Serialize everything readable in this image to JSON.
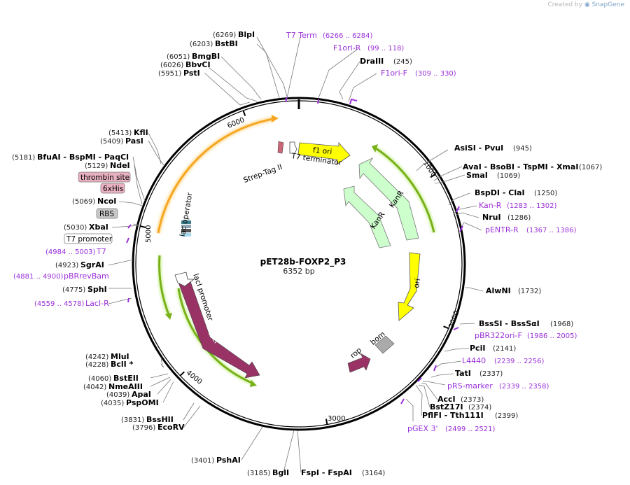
{
  "badge": {
    "created_by": "Created by",
    "brand": "SnapGene"
  },
  "plasmid": {
    "name": "pET28b-FOXP2_P3",
    "length": "6352 bp"
  },
  "ticks": [
    "1000",
    "2000",
    "3000",
    "4000",
    "5000",
    "6000"
  ],
  "features": {
    "f1_ori": "f1 ori",
    "kanr_outer": "KanR",
    "kanr_inner": "KanR",
    "ori": "ori",
    "rop": "rop",
    "bom": "bom",
    "laci": "lacI",
    "laci_promoter": "lacI promoter",
    "lac_operator": "lac operator",
    "strep_tag": "Strep-Tag II",
    "t7_terminator": "T7 terminator"
  },
  "boxed_features": [
    {
      "label": "thrombin site"
    },
    {
      "label": "6xHis"
    },
    {
      "label": "RBS"
    },
    {
      "label": "T7 promoter"
    }
  ],
  "enzymes_top_left": [
    {
      "pos": "(6269)",
      "name": "BlpI"
    },
    {
      "pos": "(6203)",
      "name": "BstBI"
    },
    {
      "pos": "(6051)",
      "name": "BmgBI"
    },
    {
      "pos": "(6026)",
      "name": "BbvCI"
    },
    {
      "pos": "(5951)",
      "name": "PstI"
    }
  ],
  "primers_top": [
    {
      "name": "T7 Term",
      "pos": "(6266 .. 6284)"
    },
    {
      "name": "F1ori-R",
      "pos": "(99 .. 118)"
    },
    {
      "name": "F1ori-F",
      "pos": "(309 .. 330)"
    }
  ],
  "draiii": {
    "name": "DraIII",
    "pos": "(245)"
  },
  "left_labels": [
    {
      "pos": "(5413)",
      "name": "KflI"
    },
    {
      "pos": "(5409)",
      "name": "PasI"
    },
    {
      "pos": "(5181)",
      "name": "BfuAI - BspMI - PaqCI"
    },
    {
      "pos": "(5129)",
      "name": "NdeI"
    },
    {
      "pos": "(5069)",
      "name": "NcoI"
    },
    {
      "pos": "(5030)",
      "name": "XbaI"
    },
    {
      "pos": "(4984 .. 5003)",
      "name": "T7"
    },
    {
      "pos": "(4923)",
      "name": "SgrAI"
    },
    {
      "pos": "(4881 .. 4900)",
      "name": "pBRrevBam"
    },
    {
      "pos": "(4775)",
      "name": "SphI"
    },
    {
      "pos": "(4559 .. 4578)",
      "name": "LacI-R"
    }
  ],
  "bottom_left": [
    {
      "pos": "(4242)",
      "name": "MluI"
    },
    {
      "pos": "(4228)",
      "name": "BclI *"
    },
    {
      "pos": "(4060)",
      "name": "BstEII"
    },
    {
      "pos": "(4042)",
      "name": "NmeAIII"
    },
    {
      "pos": "(4039)",
      "name": "ApaI"
    },
    {
      "pos": "(4035)",
      "name": "PspOMI"
    },
    {
      "pos": "(3831)",
      "name": "BssHII"
    },
    {
      "pos": "(3796)",
      "name": "EcoRV"
    },
    {
      "pos": "(3401)",
      "name": "PshAI"
    },
    {
      "pos": "(3185)",
      "name": "BglI"
    }
  ],
  "bottom_center": {
    "names": "FspI - FspAI",
    "pos": "(3164)"
  },
  "right_labels": [
    {
      "name": "AsiSI - PvuI",
      "pos": "(945)"
    },
    {
      "name": "AvaI - BsoBI - TspMI - XmaI",
      "pos": "(1067)"
    },
    {
      "name": "SmaI",
      "pos": "(1069)"
    },
    {
      "name": "BspDI - ClaI",
      "pos": "(1250)"
    },
    {
      "name": "Kan-R",
      "pos": "(1283 .. 1302)"
    },
    {
      "name": "NruI",
      "pos": "(1286)"
    },
    {
      "name": "pENTR-R",
      "pos": "(1367 .. 1386)"
    },
    {
      "name": "AlwNI",
      "pos": "(1732)"
    },
    {
      "name": "BssSI - BssSαI",
      "pos": "(1968)"
    },
    {
      "name": "pBR322ori-F",
      "pos": "(1986 .. 2005)"
    },
    {
      "name": "PciI",
      "pos": "(2141)"
    },
    {
      "name": "L4440",
      "pos": "(2239 .. 2256)"
    },
    {
      "name": "TatI",
      "pos": "(2337)"
    },
    {
      "name": "pRS-marker",
      "pos": "(2339 .. 2358)"
    },
    {
      "name": "AccI",
      "pos": "(2373)"
    },
    {
      "name": "BstZ17I",
      "pos": "(2374)"
    },
    {
      "name": "PflFI - Tth111I",
      "pos": "(2399)"
    },
    {
      "name": "pGEX 3'",
      "pos": "(2499 .. 2521)"
    }
  ],
  "colors": {
    "backbone": "#000000",
    "green_arrow": "#79b11b",
    "orange_arrow": "#f5a623",
    "yellow_feature": "#ffff00",
    "kanr": "#ccffcc",
    "laci": "#993366",
    "rop": "#993366",
    "bom": "#999999",
    "primer": "#9b30d9"
  }
}
